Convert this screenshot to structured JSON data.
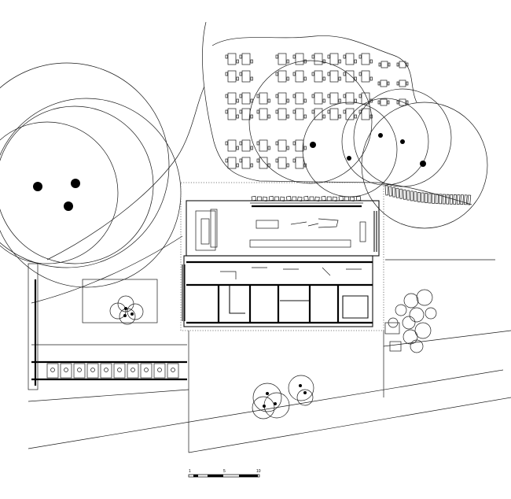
{
  "drawing": {
    "scale_bar": {
      "labels": [
        "1",
        "5",
        "10"
      ]
    }
  }
}
